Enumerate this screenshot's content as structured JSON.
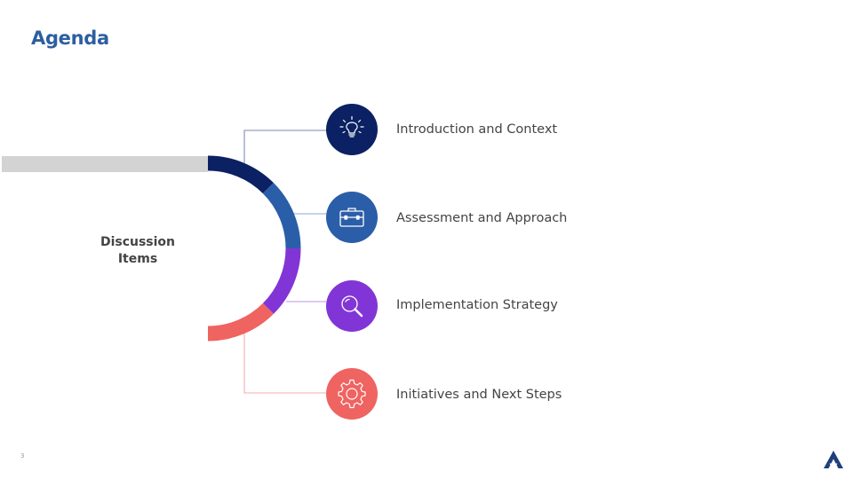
{
  "slide": {
    "title": "Agenda",
    "center_label_line1": "Discussion",
    "center_label_line2": "Items",
    "page_number": "3"
  },
  "items": [
    {
      "label": "Introduction and Context",
      "icon": "lightbulb-icon",
      "color": "#0c2163"
    },
    {
      "label": "Assessment and Approach",
      "icon": "briefcase-icon",
      "color": "#2b5ea8"
    },
    {
      "label": "Implementation Strategy",
      "icon": "magnifier-icon",
      "color": "#8235d6"
    },
    {
      "label": "Initiatives and Next Steps",
      "icon": "gear-icon",
      "color": "#ef6361"
    }
  ],
  "colors": {
    "title": "#2d5fa0",
    "bar": "#d3d3d3",
    "text": "#444444"
  },
  "logo": {
    "icon": "company-logo-icon",
    "color": "#1e3f7c"
  }
}
